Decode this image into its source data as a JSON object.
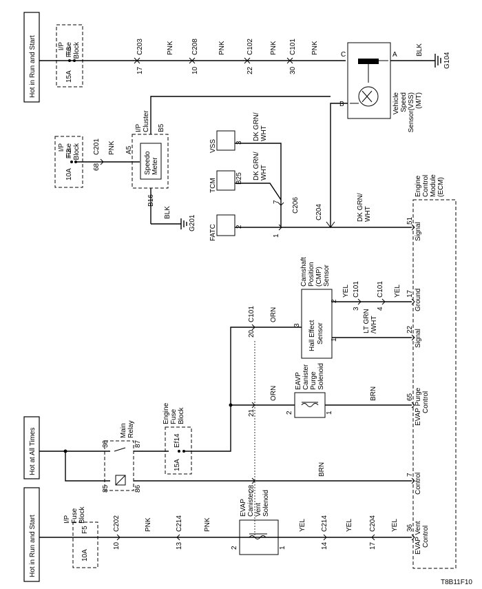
{
  "power": {
    "hot_run_start_top": "Hot in Run and Start",
    "hot_all_times": "Hot at All Times",
    "hot_run_start_bottom": "Hot in Run and Start"
  },
  "fuses": {
    "f6": {
      "block": [
        "I/P",
        "Fuse",
        "Block"
      ],
      "name": "F6",
      "rating": "15A"
    },
    "f3": {
      "block": [
        "I/P",
        "Fuse",
        "Block"
      ],
      "name": "F3",
      "rating": "10A"
    },
    "ef14": {
      "block": [
        "Engine",
        "Fuse",
        "Block"
      ],
      "name": "Ef14",
      "rating": "15A"
    },
    "f5": {
      "block": [
        "I/P",
        "Fuse",
        "Block"
      ],
      "name": "F5",
      "rating": "10A"
    }
  },
  "vss_circuit": {
    "connectors": [
      {
        "pin": "17",
        "name": "C203"
      },
      {
        "pin": "10",
        "name": "C208"
      },
      {
        "pin": "22",
        "name": "C102"
      },
      {
        "pin": "30",
        "name": "C101"
      }
    ],
    "wire_colors": [
      "PNK",
      "PNK",
      "PNK",
      "PNK"
    ],
    "sensor_terminals": {
      "c": "C",
      "a": "A",
      "b": "B"
    },
    "ground_wire": "BLK",
    "ground": "G104",
    "sensor_label": [
      "Vehicle",
      "Speed",
      "Sensor(VSS)",
      "(M/T)"
    ]
  },
  "cluster": {
    "connector_f3": {
      "pin": "68",
      "name": "C201"
    },
    "wire_pnk": "PNK",
    "title": [
      "I/P",
      "Cluster"
    ],
    "pins": {
      "a5": "A5",
      "b5": "B5",
      "b16": "B16"
    },
    "inner": [
      "Speedo",
      "Meter"
    ],
    "ground_wire": "BLK",
    "ground": "G201"
  },
  "splice": {
    "vss_label": "VSS",
    "vss_pin": "3",
    "tcm_label": "TCM",
    "tcm_pin": "B25",
    "fatc_label": "FATC",
    "fatc_pin": "2",
    "wire1": [
      "DK GRN/",
      "WHT"
    ],
    "wire2": [
      "DK GRN/",
      "WHT"
    ],
    "c206_pin": "7",
    "c206": "C206",
    "c204_pin": "1",
    "c204": "C204",
    "wire3": [
      "DK GRN/",
      "WHT"
    ],
    "ecm_pin": "51",
    "ecm_signal": "Signal"
  },
  "cmp": {
    "label": [
      "Camshaft",
      "Position",
      "(CMP)",
      "Sensor"
    ],
    "inner": [
      "Hall Effect",
      "Sensor"
    ],
    "pin2": "2",
    "pin3": "3",
    "pin1": "1",
    "c101a": {
      "pin": "3",
      "name": "C101"
    },
    "c101b": {
      "pin": "4",
      "name": "C101"
    },
    "yel": "YEL",
    "yel2": "YEL",
    "ecm_ground_pin": "17",
    "ecm_ground": "Ground",
    "lt_grn": [
      "LT GRN",
      "/WHT"
    ],
    "ecm_signal_pin": "22",
    "ecm_signal": "Signal",
    "orn_conn": {
      "pin": "20",
      "name": "C101"
    },
    "orn": "ORN"
  },
  "evap_purge": {
    "label": [
      "EAVP",
      "Canister",
      "Purge",
      "Solenoid"
    ],
    "pin2": "2",
    "pin1": "1",
    "orn": "ORN",
    "c101_pin": "21",
    "brn": "BRN",
    "ecm_pin": "65",
    "ecm_label": [
      "EVAP Purge",
      "Control"
    ]
  },
  "relay": {
    "title": [
      "Main",
      "Relay"
    ],
    "pins": {
      "p30": "30",
      "p87": "87",
      "p85": "85",
      "p86": "86"
    },
    "c101_pin": "28",
    "brn": "BRN",
    "ecm_pin": "7",
    "ecm_label": "Control"
  },
  "evap_vent": {
    "connectors": [
      {
        "pin": "10",
        "name": "C202"
      },
      {
        "pin": "13",
        "name": "C214"
      },
      {
        "pin": "14",
        "name": "C214"
      },
      {
        "pin": "17",
        "name": "C204"
      }
    ],
    "wires": [
      "PNK",
      "PNK",
      "YEL",
      "YEL",
      "YEL"
    ],
    "label": [
      "EVAP",
      "Canister",
      "Vent",
      "Solenoid"
    ],
    "pin2": "2",
    "pin1": "1",
    "ecm_pin": "36",
    "ecm_label": [
      "EVAP Vent",
      "Control"
    ]
  },
  "ecm": {
    "label": [
      "Engine",
      "Control",
      "Module",
      "(ECM)"
    ]
  },
  "figure_id": "T8B11F10"
}
